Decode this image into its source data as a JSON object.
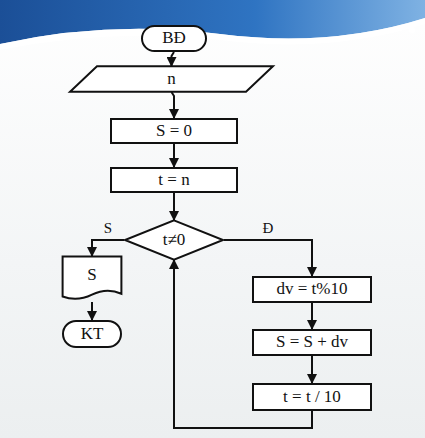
{
  "diagram": {
    "nodes": [
      {
        "text": [
          "BĐ"
        ]
      },
      {
        "text": [
          "n"
        ]
      },
      {
        "text": [
          "S = 0"
        ]
      },
      {
        "text": [
          "t = n"
        ]
      },
      {
        "text": [
          "t≠0"
        ]
      },
      {
        "text": [
          "S"
        ]
      },
      {
        "text": [
          "KT"
        ]
      },
      {
        "text": [
          "dv = t%10"
        ]
      },
      {
        "text": [
          "S = S + dv"
        ]
      },
      {
        "text": [
          "t = t / 10"
        ]
      }
    ],
    "edges": [
      {
        "from": 0,
        "to": 1,
        "arrow": "to"
      },
      {
        "from": 1,
        "to": 2,
        "arrow": "to"
      },
      {
        "from": 2,
        "to": 3,
        "arrow": "to"
      },
      {
        "from": 3,
        "to": 4,
        "arrow": "to"
      },
      {
        "from": 4,
        "to": 5,
        "label": "S",
        "arrow": "to"
      },
      {
        "from": 5,
        "to": 6,
        "arrow": "to"
      },
      {
        "from": 4,
        "to": 7,
        "label": "Đ",
        "arrow": "to"
      },
      {
        "from": 7,
        "to": 8,
        "arrow": "to"
      },
      {
        "from": 8,
        "to": 9,
        "arrow": "to"
      },
      {
        "from": 9,
        "to": 4,
        "arrow": "to"
      }
    ]
  }
}
